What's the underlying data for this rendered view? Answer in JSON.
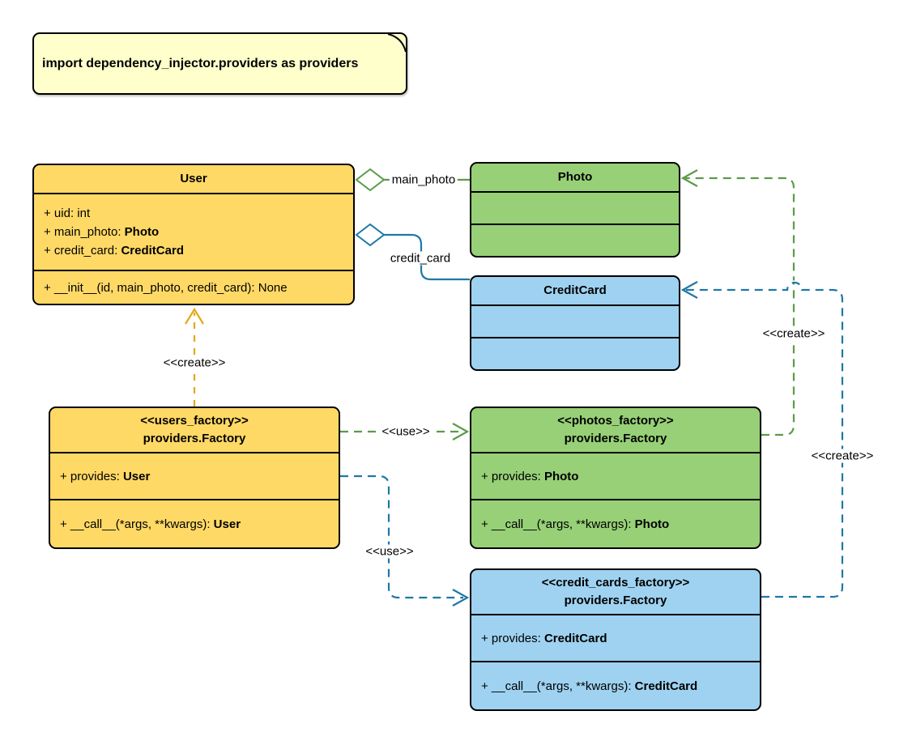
{
  "note": {
    "text": "import dependency_injector.providers as providers"
  },
  "colors": {
    "yellow_fill": "#FFD966",
    "green_fill": "#97D077",
    "blue_fill": "#9ED2F0",
    "note_fill": "#FFFFCC",
    "yellow_line": "#E2A917",
    "green_line": "#5B9B48",
    "blue_line": "#1E78A6",
    "border": "#000000"
  },
  "classes": {
    "user": {
      "title": "User",
      "attributes": [
        {
          "text": "+ uid: int",
          "type": ""
        },
        {
          "text": "+ main_photo: ",
          "type": "Photo"
        },
        {
          "text": "+ credit_card: ",
          "type": "CreditCard"
        }
      ],
      "methods": [
        {
          "text": "+ __init__(id, main_photo, credit_card): None",
          "type": ""
        }
      ]
    },
    "photo": {
      "title": "Photo",
      "attributes": [],
      "methods": []
    },
    "credit_card": {
      "title": "CreditCard",
      "attributes": [],
      "methods": []
    },
    "users_factory": {
      "stereotype": "<<users_factory>>",
      "title": "providers.Factory",
      "attributes": [
        {
          "text": "+ provides: ",
          "type": "User"
        }
      ],
      "methods": [
        {
          "text": "+ __call__(*args, **kwargs): ",
          "type": "User"
        }
      ]
    },
    "photos_factory": {
      "stereotype": "<<photos_factory>>",
      "title": "providers.Factory",
      "attributes": [
        {
          "text": "+ provides: ",
          "type": "Photo"
        }
      ],
      "methods": [
        {
          "text": "+ __call__(*args, **kwargs): ",
          "type": "Photo"
        }
      ]
    },
    "credit_cards_factory": {
      "stereotype": "<<credit_cards_factory>>",
      "title": "providers.Factory",
      "attributes": [
        {
          "text": "+ provides: ",
          "type": "CreditCard"
        }
      ],
      "methods": [
        {
          "text": "+ __call__(*args, **kwargs): ",
          "type": "CreditCard"
        }
      ]
    }
  },
  "edge_labels": {
    "main_photo": "main_photo",
    "credit_card": "credit_card",
    "create_user": "<<create>>",
    "use_photos_factory": "<<use>>",
    "use_credit_cards_factory": "<<use>>",
    "create_photo": "<<create>>",
    "create_credit_card": "<<create>>"
  }
}
